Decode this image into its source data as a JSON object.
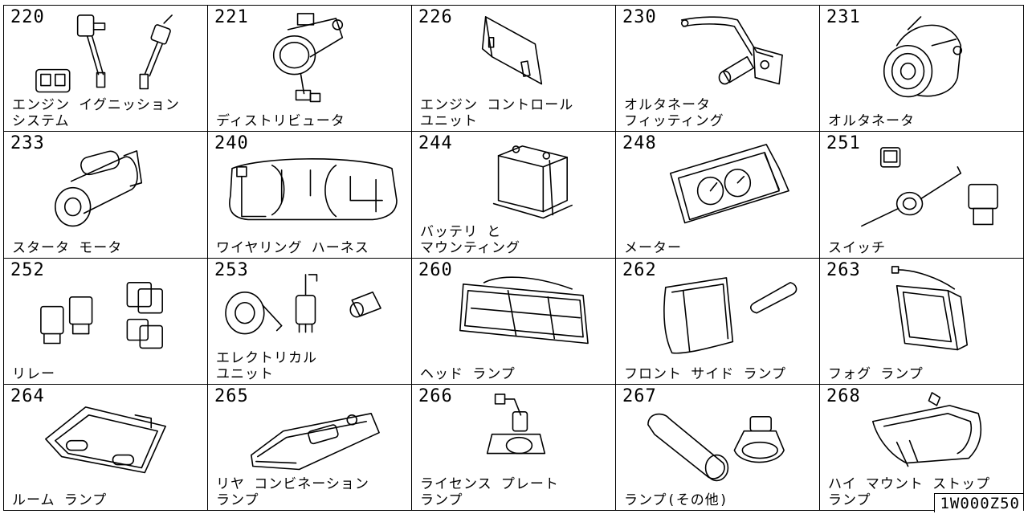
{
  "catalog": {
    "code": "1W000Z50",
    "items": [
      {
        "num": "220",
        "label": "エンジン イグニッション\nシステム",
        "icon": "ignition-system-icon"
      },
      {
        "num": "221",
        "label": "ディストリビュータ",
        "icon": "distributor-icon"
      },
      {
        "num": "226",
        "label": "エンジン コントロール\nユニット",
        "icon": "control-unit-icon"
      },
      {
        "num": "230",
        "label": "オルタネータ\nフィッティング",
        "icon": "alternator-fitting-icon"
      },
      {
        "num": "231",
        "label": "オルタネータ",
        "icon": "alternator-icon"
      },
      {
        "num": "233",
        "label": "スタータ モータ",
        "icon": "starter-motor-icon"
      },
      {
        "num": "240",
        "label": "ワイヤリング ハーネス",
        "icon": "wiring-harness-icon"
      },
      {
        "num": "244",
        "label": "バッテリ と\nマウンティング",
        "icon": "battery-icon"
      },
      {
        "num": "248",
        "label": "メーター",
        "icon": "meter-icon"
      },
      {
        "num": "251",
        "label": "スイッチ",
        "icon": "switch-icon"
      },
      {
        "num": "252",
        "label": "リレー",
        "icon": "relay-icon"
      },
      {
        "num": "253",
        "label": "エレクトリカル\nユニット",
        "icon": "electrical-unit-icon"
      },
      {
        "num": "260",
        "label": "ヘッド ランプ",
        "icon": "headlamp-icon"
      },
      {
        "num": "262",
        "label": "フロント サイド ランプ",
        "icon": "front-side-lamp-icon"
      },
      {
        "num": "263",
        "label": "フォグ ランプ",
        "icon": "fog-lamp-icon"
      },
      {
        "num": "264",
        "label": "ルーム ランプ",
        "icon": "room-lamp-icon"
      },
      {
        "num": "265",
        "label": "リヤ コンビネーション\nランプ",
        "icon": "rear-combination-lamp-icon"
      },
      {
        "num": "266",
        "label": "ライセンス プレート\nランプ",
        "icon": "license-plate-lamp-icon"
      },
      {
        "num": "267",
        "label": "ランプ(その他)",
        "icon": "bulb-icon"
      },
      {
        "num": "268",
        "label": "ハイ マウント ストップ\nランプ",
        "icon": "high-mount-stop-lamp-icon"
      }
    ]
  }
}
